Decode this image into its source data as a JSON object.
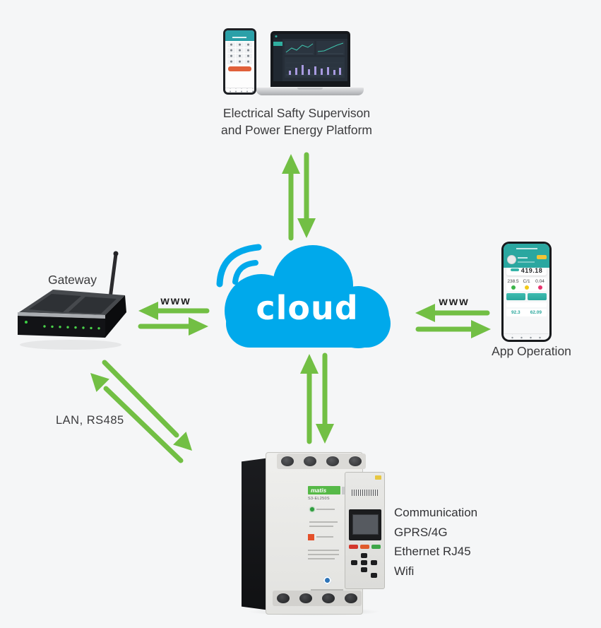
{
  "colors": {
    "cloud_blue": "#00a9eb",
    "arrow_green": "#72bf44",
    "app_teal": "#2aa7a0",
    "brand_green": "#56b947",
    "alert_orange": "#e0603a",
    "background": "#f5f6f7"
  },
  "cloud": {
    "label": "cloud"
  },
  "platform": {
    "caption_line1": "Electrical Safty Supervison",
    "caption_line2": "and Power Energy Platform"
  },
  "gateway": {
    "label": "Gateway"
  },
  "app": {
    "label": "App Operation",
    "screen": {
      "main_value": "419.18",
      "metric1_value": "238.5",
      "metric2_value": "C/1",
      "metric3_value": "0.04",
      "stat1_value": "92.3",
      "stat2_value": "62.09"
    }
  },
  "breaker": {
    "brand": "matis",
    "model": "S3-EL250S",
    "feature1": "Communication",
    "feature2": "GPRS/4G",
    "feature3": "Ethernet RJ45",
    "feature4": "Wifi"
  },
  "links": {
    "www_left": "www",
    "www_right": "www",
    "lan": "LAN, RS485"
  }
}
